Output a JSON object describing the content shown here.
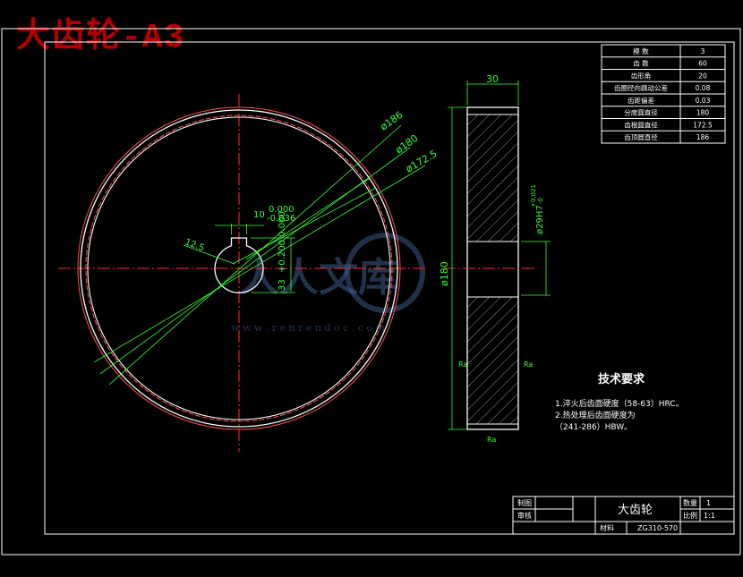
{
  "title_banner": "大齿轮-A3",
  "params_table": [
    {
      "label": "模 数",
      "value": "3"
    },
    {
      "label": "齿 数",
      "value": "60"
    },
    {
      "label": "齿形角",
      "value": "20"
    },
    {
      "label": "齿圈径向跳动公差",
      "value": "0.08"
    },
    {
      "label": "齿距偏差",
      "value": "0.03"
    },
    {
      "label": "分度圆直径",
      "value": "180"
    },
    {
      "label": "齿根圆直径",
      "value": "172.5"
    },
    {
      "label": "齿顶圆直径",
      "value": "186"
    }
  ],
  "dimensions": {
    "tip_dia": "ø186",
    "pitch_dia": "ø180",
    "root_dia": "ø172.5",
    "keyway_width": "10",
    "keyway_width_tol_upper": "0.000",
    "keyway_width_tol_lower": "-0.036",
    "keyway_depth": "33",
    "keyway_depth_tol": "+0.200 0.000",
    "radius": "12.5",
    "face_width": "30",
    "side_dia": "ø180",
    "bore": "ø29H7",
    "bore_tol_upper": "+0.021",
    "bore_tol_lower": "-0"
  },
  "roughness": [
    "Ra",
    "Ra",
    "Ra"
  ],
  "tech_requirements": {
    "heading": "技术要求",
    "items": [
      "1.淬火后齿面硬度（58-63）HRC。",
      "2.热处理后齿面硬度为",
      "（241-286）HBW。"
    ]
  },
  "title_block": {
    "drawn_label": "制图",
    "checked_label": "审核",
    "part_name": "大齿轮",
    "qty_label": "数量",
    "qty_value": "1",
    "scale_label": "比例",
    "scale_value": "1:1",
    "material_label": "材料",
    "material_value": "ZG310-570"
  },
  "watermark": {
    "text": "人人文库",
    "url": "w w w . r e n r e n d o c . c o m"
  },
  "colors": {
    "background": "#000000",
    "line": "#ffffff",
    "dimension": "#39ff39",
    "centerline": "#ff3030",
    "gear_rim": "#ff5050",
    "banner": "#b00000"
  }
}
